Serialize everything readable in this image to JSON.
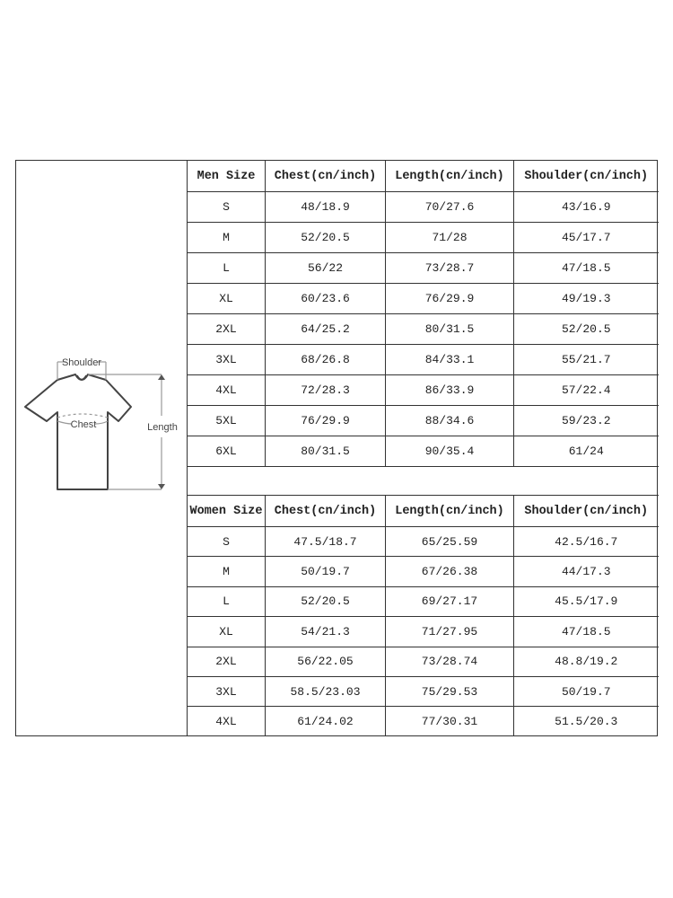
{
  "figure": {
    "shoulder_label": "Shoulder",
    "chest_label": "Chest",
    "length_label": "Length"
  },
  "men": {
    "headers": [
      "Men Size",
      "Chest(cn/inch)",
      "Length(cn/inch)",
      "Shoulder(cn/inch)"
    ],
    "rows": [
      [
        "S",
        "48/18.9",
        "70/27.6",
        "43/16.9"
      ],
      [
        "M",
        "52/20.5",
        "71/28",
        "45/17.7"
      ],
      [
        "L",
        "56/22",
        "73/28.7",
        "47/18.5"
      ],
      [
        "XL",
        "60/23.6",
        "76/29.9",
        "49/19.3"
      ],
      [
        "2XL",
        "64/25.2",
        "80/31.5",
        "52/20.5"
      ],
      [
        "3XL",
        "68/26.8",
        "84/33.1",
        "55/21.7"
      ],
      [
        "4XL",
        "72/28.3",
        "86/33.9",
        "57/22.4"
      ],
      [
        "5XL",
        "76/29.9",
        "88/34.6",
        "59/23.2"
      ],
      [
        "6XL",
        "80/31.5",
        "90/35.4",
        "61/24"
      ]
    ]
  },
  "women": {
    "headers": [
      "Women Size",
      "Chest(cn/inch)",
      "Length(cn/inch)",
      "Shoulder(cn/inch)"
    ],
    "rows": [
      [
        "S",
        "47.5/18.7",
        "65/25.59",
        "42.5/16.7"
      ],
      [
        "M",
        "50/19.7",
        "67/26.38",
        "44/17.3"
      ],
      [
        "L",
        "52/20.5",
        "69/27.17",
        "45.5/17.9"
      ],
      [
        "XL",
        "54/21.3",
        "71/27.95",
        "47/18.5"
      ],
      [
        "2XL",
        "56/22.05",
        "73/28.74",
        "48.8/19.2"
      ],
      [
        "3XL",
        "58.5/23.03",
        "75/29.53",
        "50/19.7"
      ],
      [
        "4XL",
        "61/24.02",
        "77/30.31",
        "51.5/20.3"
      ]
    ]
  }
}
